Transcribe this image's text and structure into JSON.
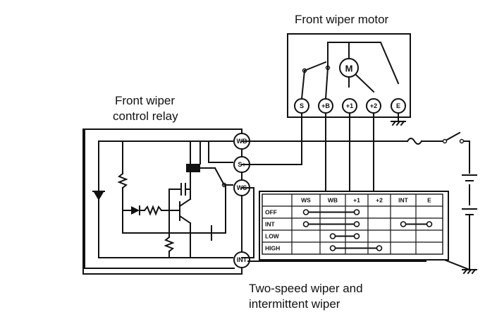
{
  "labels": {
    "motor_title": "Front wiper motor",
    "relay_title_line1": "Front wiper",
    "relay_title_line2": "control relay",
    "caption_line1": "Two-speed wiper and",
    "caption_line2": "intermittent wiper",
    "motor_symbol": "M"
  },
  "motor_terminals": [
    "S",
    "+B",
    "+1",
    "+2",
    "E"
  ],
  "relay_terminals": [
    "WB",
    "S+",
    "WS",
    "INT"
  ],
  "switch_table": {
    "headers": [
      "",
      "WS",
      "WB",
      "+1",
      "+2",
      "INT",
      "E"
    ],
    "rows": [
      {
        "label": "OFF",
        "connect": [
          1,
          3
        ]
      },
      {
        "label": "INT",
        "connect": [
          1,
          3
        ],
        "extra": [
          5,
          6
        ]
      },
      {
        "label": "LOW",
        "connect": [
          2,
          3
        ]
      },
      {
        "label": "HIGH",
        "connect": [
          2,
          4
        ]
      }
    ]
  }
}
